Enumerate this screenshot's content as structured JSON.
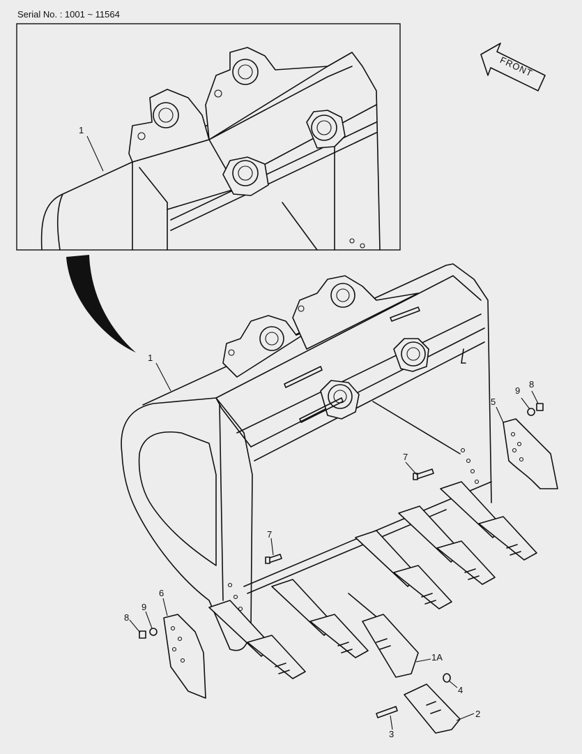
{
  "header": {
    "serial": "Serial No. : 1001 ~ 11564"
  },
  "direction": {
    "label": "FRONT"
  },
  "callouts": {
    "detail_bucket": "1",
    "bucket": "1",
    "tooth_adapter": "1A",
    "tooth_point": "2",
    "pin": "3",
    "lock_washer": "4",
    "side_cutter_right": "5",
    "side_cutter_left": "6",
    "bolt_right": "7",
    "bolt_left": "7",
    "nut_right": "8",
    "nut_left": "8",
    "washer_right": "9",
    "washer_left": "9"
  },
  "icons": {
    "arrow": "front-arrow-icon"
  }
}
